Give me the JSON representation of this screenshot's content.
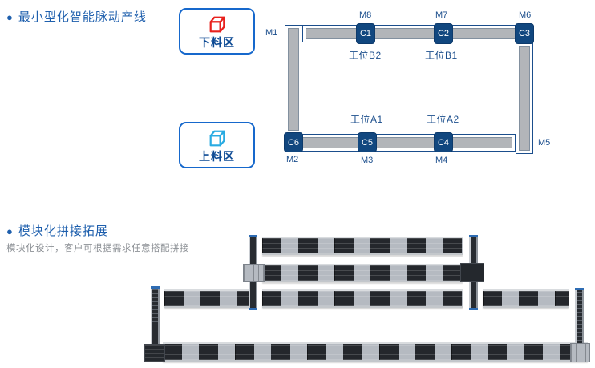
{
  "colors": {
    "accent_blue": "#1e5fad",
    "deep_blue": "#11477f",
    "line_blue": "#1b4e8c",
    "rail_gray": "#b2b5b9",
    "box_border_blue": "#1668cc",
    "cube_red": "#e8211d",
    "cube_cyan": "#29abe2",
    "note_gray": "#8d9196"
  },
  "pulse": {
    "bullet": "●",
    "title": "最小型化智能脉动产线",
    "zones": [
      {
        "label": "下料区",
        "cube_color": "#e8211d",
        "icon": "cube-outline-icon"
      },
      {
        "label": "上料区",
        "cube_color": "#29abe2",
        "icon": "cube-outline-icon"
      }
    ],
    "nodes": {
      "c1": "C1",
      "c2": "C2",
      "c3": "C3",
      "c4": "C4",
      "c5": "C5",
      "c6": "C6"
    },
    "markers": {
      "m1": "M1",
      "m2": "M2",
      "m3": "M3",
      "m4": "M4",
      "m5": "M5",
      "m6": "M6",
      "m7": "M7",
      "m8": "M8"
    },
    "stations": {
      "b2": "工位B2",
      "b1": "工位B1",
      "a1": "工位A1",
      "a2": "工位A2"
    }
  },
  "modular": {
    "bullet": "●",
    "title": "模块化拼接拓展",
    "subtitle": "模块化设计，客户可根据需求任意搭配拼接",
    "illustration": "modular-track-assembly"
  }
}
